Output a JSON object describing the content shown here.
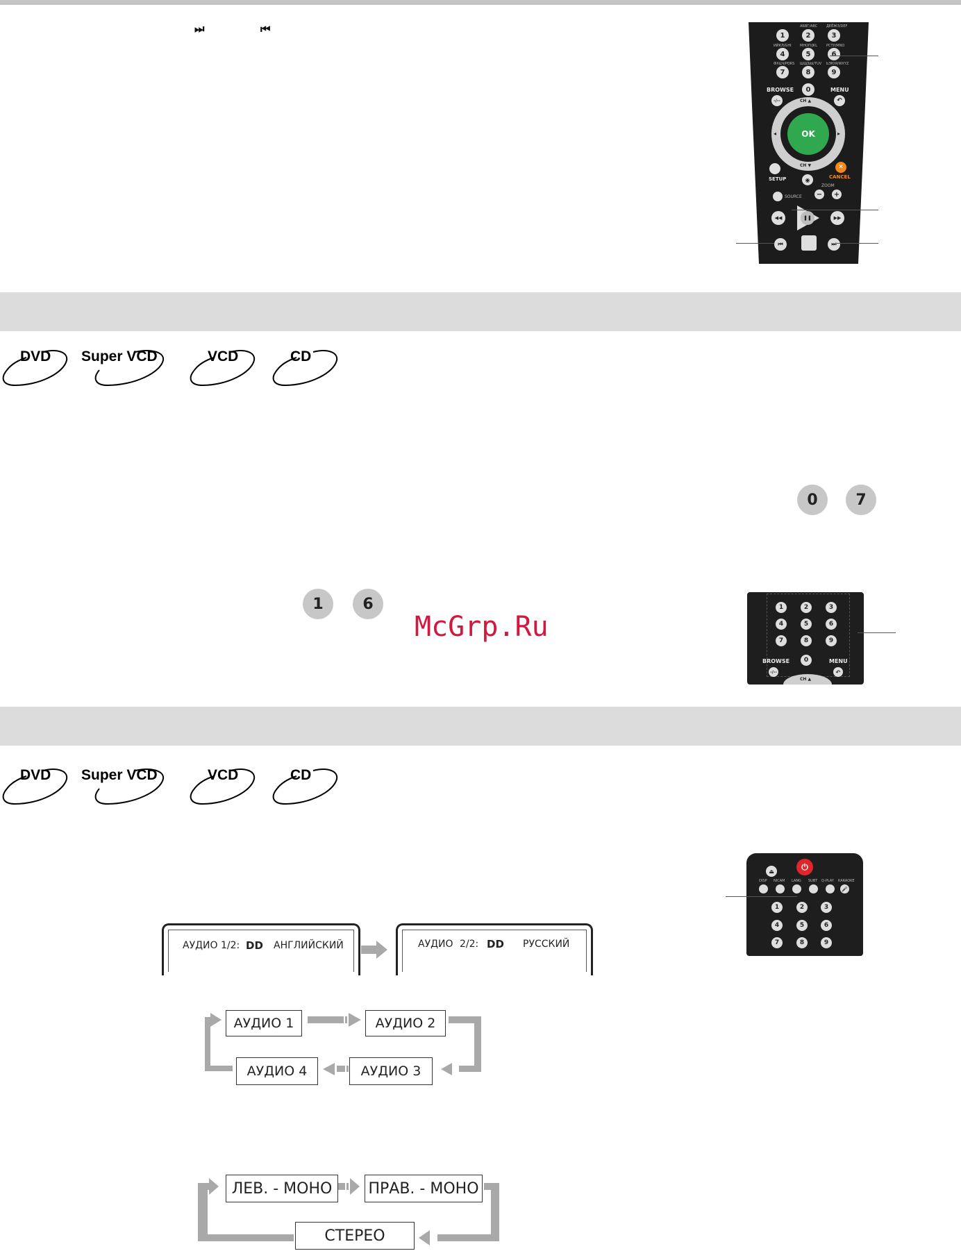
{
  "top": {
    "glyphs": {
      "next": "⏭",
      "prev": "⏮"
    }
  },
  "remote_main": {
    "row_labels": [
      "АБВГ/ABC",
      "ДЕЁЖЗ/DEF",
      "ИЙКЛ/GHI",
      "МНОП/JKL",
      "РСТУ/MNO",
      "ФХЦЧ/PQRS",
      "ШЩЪЫ/TUV",
      "ЬЭЮЯ/WXYZ"
    ],
    "digits": [
      "1",
      "2",
      "3",
      "4",
      "5",
      "6",
      "7",
      "8",
      "9",
      "0"
    ],
    "browse": "BROWSE",
    "browse_btn": "-/--",
    "menu": "MENU",
    "ch_up": "CH ▲",
    "ch_down": "CH ▼",
    "ok": "OK",
    "setup": "SETUP",
    "cancel": "CANCEL",
    "source": "SOURCE",
    "zoom": "ZOOM",
    "minus": "−",
    "plus": "+",
    "rew": "◀◀",
    "fwd": "▶▶",
    "pause": "❚❚",
    "prev": "⏮",
    "next": "⏭"
  },
  "sections": [
    {
      "discs": [
        "DVD",
        "Super VCD",
        "VCD",
        "CD"
      ]
    },
    {
      "discs": [
        "DVD",
        "Super VCD",
        "VCD",
        "CD"
      ]
    }
  ],
  "section1": {
    "buttons_a": [
      "0",
      "7"
    ],
    "buttons_b": [
      "1",
      "6"
    ],
    "watermark": "McGrp.Ru"
  },
  "remote_small1": {
    "digits": [
      "1",
      "2",
      "3",
      "4",
      "5",
      "6",
      "7",
      "8",
      "9",
      "0"
    ],
    "browse": "BROWSE",
    "menu": "MENU",
    "ch": "CH ▲"
  },
  "remote_small2": {
    "top_labels": [
      "DISP",
      "NICAM",
      "LANG",
      "SUBT",
      "Q-PLAY",
      "KARAOKE"
    ],
    "digits": [
      "1",
      "2",
      "3",
      "4",
      "5",
      "6",
      "7",
      "8",
      "9"
    ]
  },
  "audio_screens": {
    "left": {
      "label": "АУДИО",
      "track": "1/2:",
      "lang": "АНГЛИЙСКИЙ"
    },
    "right": {
      "label": "АУДИО",
      "track": "2/2:",
      "lang": "РУССКИЙ"
    },
    "dolby": "DD"
  },
  "audio_cycle": [
    "АУДИО 1",
    "АУДИО 2",
    "АУДИО 3",
    "АУДИО 4"
  ],
  "mono_cycle": [
    "ЛЕВ. - МОНО",
    "ПРАВ. - МОНО",
    "СТЕРЕО"
  ],
  "colors": {
    "band": "#dcdcdc",
    "ok_green": "#2fa84f",
    "cancel_orange": "#f08a1c",
    "power_red": "#e0262a",
    "watermark": "#d2183f"
  }
}
